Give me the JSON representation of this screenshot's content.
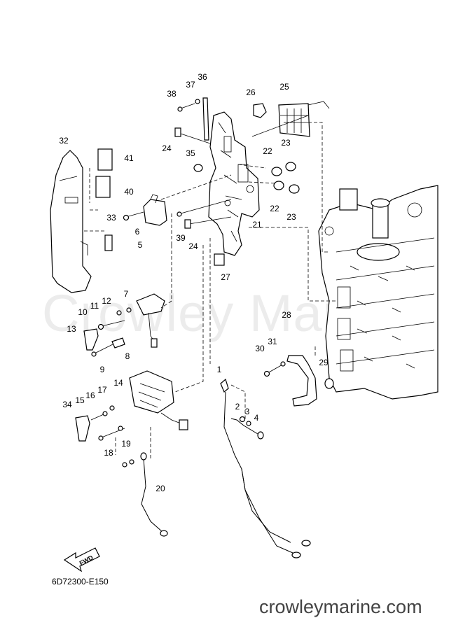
{
  "watermark": "Crowley Marine",
  "diagram_code": "6D72300-E150",
  "site_url": "crowleymarine.com",
  "fwd_label": "FWD",
  "callouts": {
    "n1": "1",
    "n2": "2",
    "n3": "3",
    "n4": "4",
    "n5": "5",
    "n6": "6",
    "n7": "7",
    "n8": "8",
    "n9": "9",
    "n10": "10",
    "n11": "11",
    "n12": "12",
    "n13": "13",
    "n14": "14",
    "n15": "15",
    "n16": "16",
    "n17": "17",
    "n18": "18",
    "n19": "19",
    "n20": "20",
    "n21": "21",
    "n22a": "22",
    "n22b": "22",
    "n23a": "23",
    "n23b": "23",
    "n24a": "24",
    "n24b": "24",
    "n25": "25",
    "n26": "26",
    "n27": "27",
    "n28": "28",
    "n29": "29",
    "n30": "30",
    "n31": "31",
    "n32": "32",
    "n33": "33",
    "n34": "34",
    "n35": "35",
    "n36": "36",
    "n37": "37",
    "n38": "38",
    "n39": "39",
    "n40": "40",
    "n41": "41"
  }
}
